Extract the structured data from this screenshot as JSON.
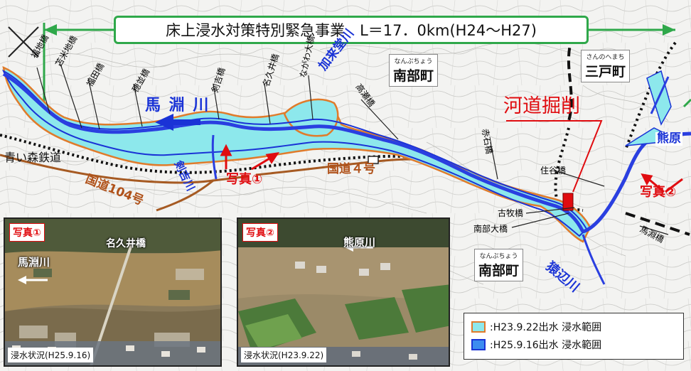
{
  "title": "床上浸水対策特別緊急事業　L＝17．0km(H24～H27)",
  "colors": {
    "river": "#2a3fe0",
    "flood_2011": "#8de8ec",
    "flood_2011_edge": "#e07b2b",
    "flood_2013": "#3c5cf0",
    "road": "#a65a22",
    "rail": "#111111",
    "banner_border": "#2fa84a",
    "accent_red": "#e00c10"
  },
  "towns": {
    "nanbu_top": {
      "ruby": "なんぶちょう",
      "name": "南部町"
    },
    "sannohe": {
      "ruby": "さんのへまち",
      "name": "三戸町"
    },
    "nanbu_bottom": {
      "ruby": "なんぶちょう",
      "name": "南部町"
    }
  },
  "rivers": {
    "mabuchi": "馬 淵 川",
    "kaku": "加来堂川",
    "tsurugiyoshi": "剣吉川",
    "sarube": "猿辺川",
    "kumahara": "熊原"
  },
  "roads": {
    "railway": "青い森鉄道",
    "route104": "国道104号",
    "route4": "国道４号"
  },
  "bridges": [
    "福地橋",
    "苫米地橋",
    "福田橋",
    "穂並橋",
    "剣吉橋",
    "名久井橋",
    "ながわ大橋",
    "高瀬橋",
    "赤石橋",
    "住谷橋",
    "古牧橋",
    "南部大橋",
    "馬淵橋"
  ],
  "callouts": {
    "excavation": "河道掘削",
    "photo1": "写真①",
    "photo2": "写真②"
  },
  "photos": {
    "p1": {
      "tag": "写真①",
      "caption": "浸水状況(H25.9.16)",
      "bridge": "名久井橋",
      "river": "馬淵川"
    },
    "p2": {
      "tag": "写真②",
      "caption": "浸水状況(H23.9.22)",
      "river": "熊原川"
    }
  },
  "legend": [
    {
      "label": ":H23.9.22出水 浸水範囲",
      "icon": "cyan-swatch"
    },
    {
      "label": ":H25.9.16出水 浸水範囲",
      "icon": "blue-swatch"
    }
  ]
}
